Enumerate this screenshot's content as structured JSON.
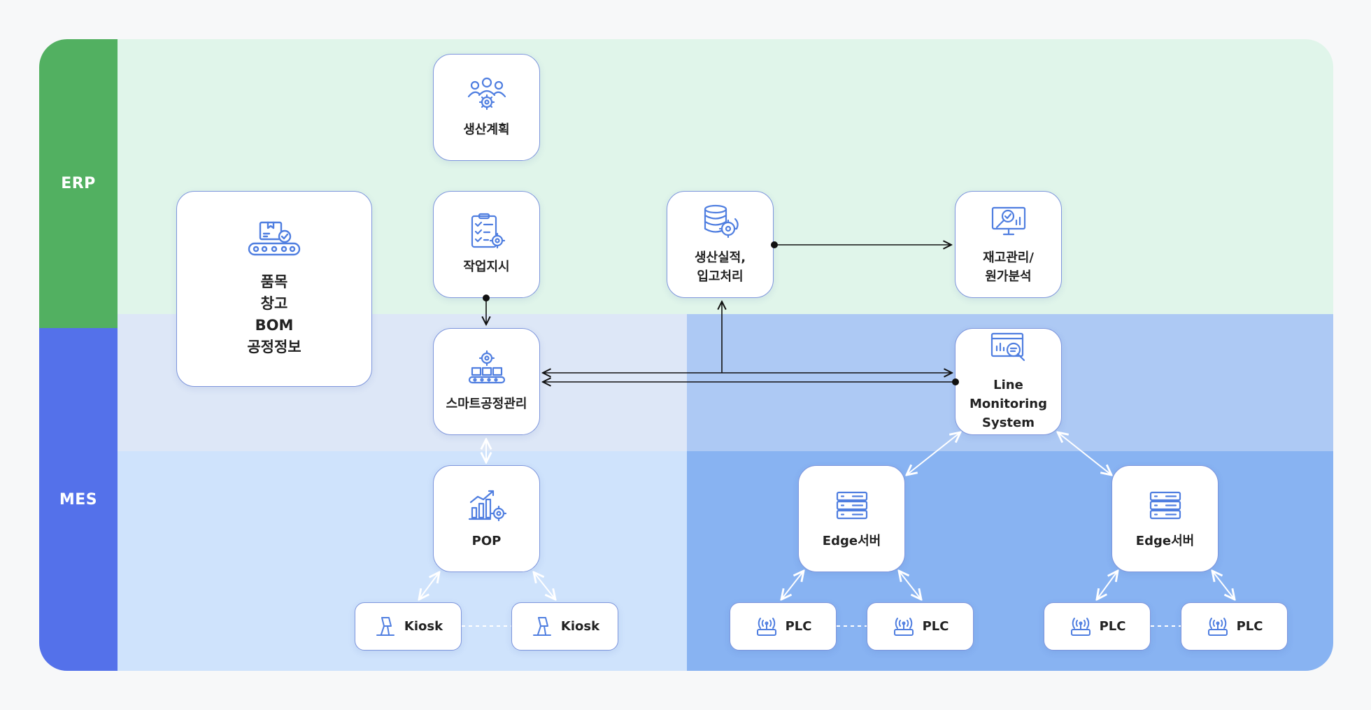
{
  "colors": {
    "erp_side": "#52b061",
    "mes_side": "#5471ea",
    "erp_bg": "#e0f5ea",
    "mes_upper_left": "#dde7f7",
    "mes_lower_left": "#cfe3fc",
    "mes_upper_right": "#adc9f4",
    "mes_lower_right": "#88b3f2",
    "icon_stroke": "#4f7ee0",
    "card_border": "#7d95dc"
  },
  "sections": {
    "erp_label": "ERP",
    "mes_label": "MES"
  },
  "nodes": {
    "master_data": {
      "label": "품목\n창고\nBOM\n공정정보",
      "icon": "conveyor-box-icon"
    },
    "production_plan": {
      "label": "생산계획",
      "icon": "team-gear-icon"
    },
    "work_order": {
      "label": "작업지시",
      "icon": "checklist-gear-icon"
    },
    "production_result": {
      "label": "생산실적,\n입고처리",
      "icon": "database-gear-icon"
    },
    "inventory_cost": {
      "label": "재고관리/\n원가분석",
      "icon": "monitor-analysis-icon"
    },
    "smart_factory": {
      "label": "스마트공정관리",
      "icon": "factory-gear-icon"
    },
    "line_monitoring": {
      "label": "Line Monitoring\nSystem",
      "icon": "screen-magnifier-icon"
    },
    "pop": {
      "label": "POP",
      "icon": "growth-chart-icon"
    },
    "edge_server_1": {
      "label": "Edge서버",
      "icon": "server-rack-icon"
    },
    "edge_server_2": {
      "label": "Edge서버",
      "icon": "server-rack-icon"
    },
    "kiosk_1": {
      "label": "Kiosk",
      "icon": "kiosk-icon"
    },
    "kiosk_2": {
      "label": "Kiosk",
      "icon": "kiosk-icon"
    },
    "plc_1": {
      "label": "PLC",
      "icon": "wireless-router-icon"
    },
    "plc_2": {
      "label": "PLC",
      "icon": "wireless-router-icon"
    },
    "plc_3": {
      "label": "PLC",
      "icon": "wireless-router-icon"
    },
    "plc_4": {
      "label": "PLC",
      "icon": "wireless-router-icon"
    }
  }
}
